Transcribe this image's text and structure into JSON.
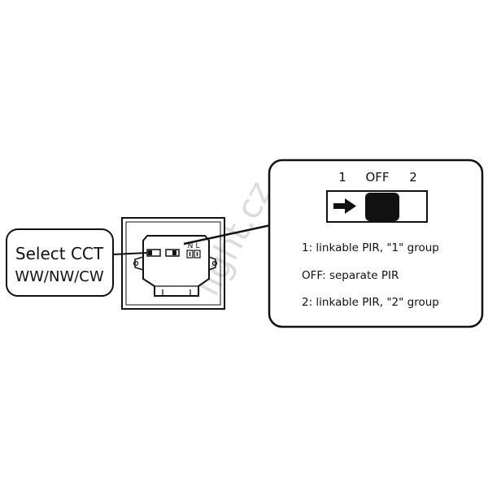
{
  "cct_label": {
    "line1": "Select CCT",
    "line2": "WW/NW/CW"
  },
  "terminal_labels": {
    "n": "N",
    "l": "L"
  },
  "switch": {
    "pos1": "1",
    "pos_off": "OFF",
    "pos2": "2",
    "arrow_icon": "right-arrow-icon"
  },
  "modes": [
    "1: linkable PIR, \"1\" group",
    "OFF: separate PIR",
    "2: linkable PIR, \"2\" group"
  ],
  "watermark": "light.cz",
  "colors": {
    "ink": "#111111",
    "watermark": "#d4d4d4"
  }
}
